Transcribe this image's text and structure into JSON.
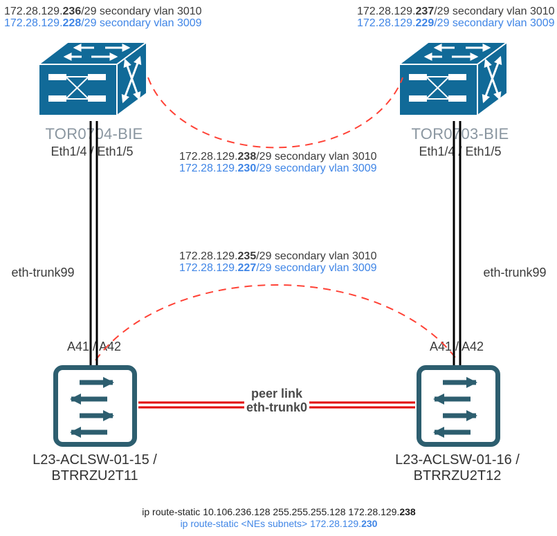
{
  "tor_switches": {
    "left": {
      "name": "TOR0704-BIE",
      "ports": "Eth1/4 / Eth1/5",
      "icon": "3d-lan-switch-icon",
      "ip_vlan3010": {
        "prefix": "172.28.129.",
        "bold": "236",
        "suffix": "/29 secondary vlan 3010"
      },
      "ip_vlan3009": {
        "prefix": "172.28.129.",
        "bold": "228",
        "suffix": "/29 secondary vlan 3009"
      }
    },
    "right": {
      "name": "TOR0703-BIE",
      "ports": "Eth1/4 / Eth1/5",
      "icon": "3d-lan-switch-icon",
      "ip_vlan3010": {
        "prefix": "172.28.129.",
        "bold": "237",
        "suffix": "/29 secondary vlan 3010"
      },
      "ip_vlan3009": {
        "prefix": "172.28.129.",
        "bold": "229",
        "suffix": "/29 secondary vlan 3009"
      }
    },
    "shared_label": {
      "ip_vlan3010": {
        "prefix": "172.28.129.",
        "bold": "238",
        "suffix": "/29 secondary vlan 3010"
      },
      "ip_vlan3009": {
        "prefix": "172.28.129.",
        "bold": "230",
        "suffix": "/29 secondary vlan 3009"
      }
    }
  },
  "acl_switches": {
    "left": {
      "name_line1": "L23-ACLSW-01-15 /",
      "name_line2": "BTRRZU2T11",
      "ports": "A41 / A42",
      "icon": "workgroup-switch-icon"
    },
    "right": {
      "name_line1": "L23-ACLSW-01-16 /",
      "name_line2": "BTRRZU2T12",
      "ports": "A41 / A42",
      "icon": "workgroup-switch-icon"
    },
    "shared_label": {
      "ip_vlan3010": {
        "prefix": "172.28.129.",
        "bold": "235",
        "suffix": "/29 secondary vlan 3010"
      },
      "ip_vlan3009": {
        "prefix": "172.28.129.",
        "bold": "227",
        "suffix": "/29 secondary vlan 3009"
      }
    }
  },
  "links": {
    "left_uplink": "eth-trunk99",
    "right_uplink": "eth-trunk99",
    "peer_link_line1": "peer link",
    "peer_link_line2": "eth-trunk0"
  },
  "routes": {
    "line1": {
      "prefix": "ip route-static 10.106.236.128 255.255.255.128 172.28.129.",
      "bold": "238"
    },
    "line2": {
      "prefix": "ip route-static <NEs subnets> 172.28.129.",
      "bold": "230"
    }
  },
  "colors": {
    "tor_icon": "#116a98",
    "acl_icon": "#2d5e6f",
    "vlan3009_text": "#3f85e6",
    "dark_text": "#3b3b3b",
    "device_name_gray": "#8a96a0",
    "peer_link_red": "#e10000",
    "dashed_red": "#ff4236",
    "trunk_black": "#000000"
  }
}
